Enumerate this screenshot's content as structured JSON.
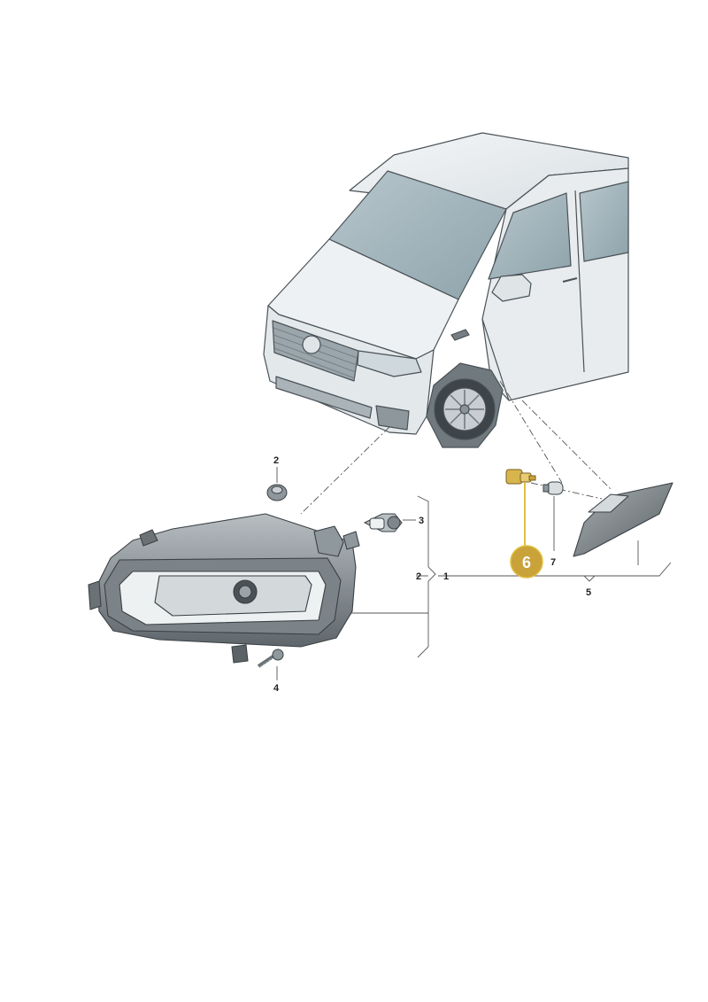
{
  "diagram": {
    "callouts": {
      "c1": "1",
      "c2_top": "2",
      "c2_mid": "2",
      "c3": "3",
      "c4": "4",
      "c5": "5",
      "c7": "7"
    },
    "highlight": {
      "number": "6",
      "fill_color": "#c9a23a",
      "stroke_color": "#e0c040"
    }
  }
}
